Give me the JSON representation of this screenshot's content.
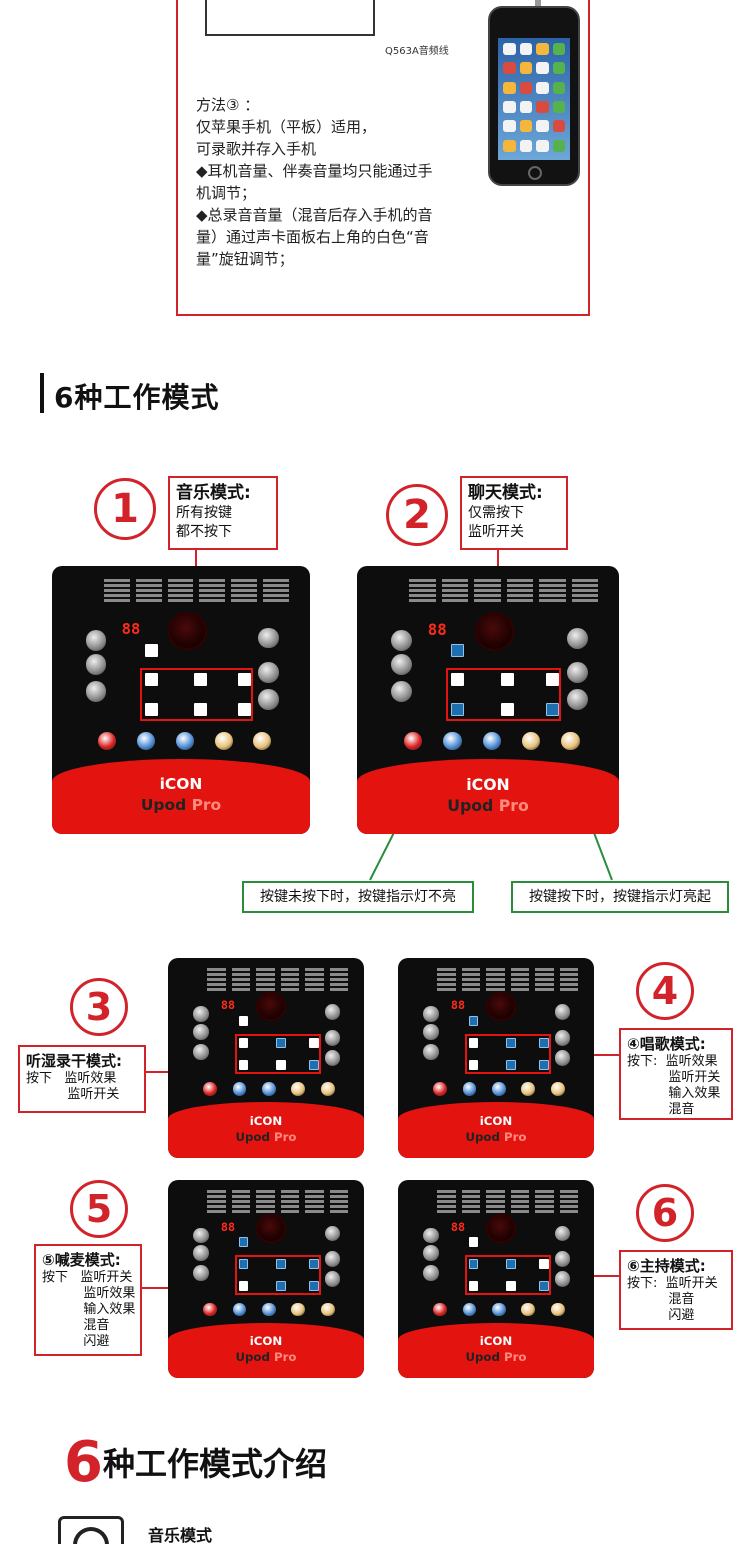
{
  "method": {
    "cable_label": "Q563A音频线",
    "lines": [
      "方法③ ：",
      "仅苹果手机（平板）适用，",
      "可录歌并存入手机",
      "◆耳机音量、伴奏音量均只能通过手",
      "机调节；",
      "◆总录音音量（混音后存入手机的音",
      "量）通过声卡面板右上角的白色“音",
      "量”旋钮调节；"
    ]
  },
  "section1": {
    "title": "6种工作模式"
  },
  "modes": [
    {
      "num": "1",
      "title": "音乐模式:",
      "lines": [
        "所有按键",
        "都不按下"
      ]
    },
    {
      "num": "2",
      "title": "聊天模式:",
      "lines": [
        "仅需按下",
        "监听开关"
      ]
    },
    {
      "num": "3",
      "title": "听湿录干模式:",
      "lines": [
        "按下   监听效果",
        "          监听开关"
      ]
    },
    {
      "num": "4",
      "title": "④唱歌模式:",
      "lines": [
        "按下:  监听效果",
        "          监听开关",
        "          输入效果",
        "          混音"
      ]
    },
    {
      "num": "5",
      "title": "⑤喊麦模式:",
      "lines": [
        "按下   监听开关",
        "          监听效果",
        "          输入效果",
        "          混音",
        "          闪避"
      ]
    },
    {
      "num": "6",
      "title": "⑥主持模式:",
      "lines": [
        "按下:  监听开关",
        "          混音",
        "          闪避"
      ]
    }
  ],
  "notes": {
    "off": "按键未按下时，按键指示灯不亮",
    "on": "按键按下时，按键指示灯亮起"
  },
  "device": {
    "brand": "iCON",
    "model": "Upod",
    "model_suffix": "Pro",
    "display": "88"
  },
  "section2": {
    "num": "6",
    "title": "种工作模式介绍"
  },
  "intro": {
    "first_item": "音乐模式"
  },
  "colors": {
    "accent_red": "#d2232a",
    "green": "#2a8d3c",
    "button_lit": "#1f6fb0"
  }
}
